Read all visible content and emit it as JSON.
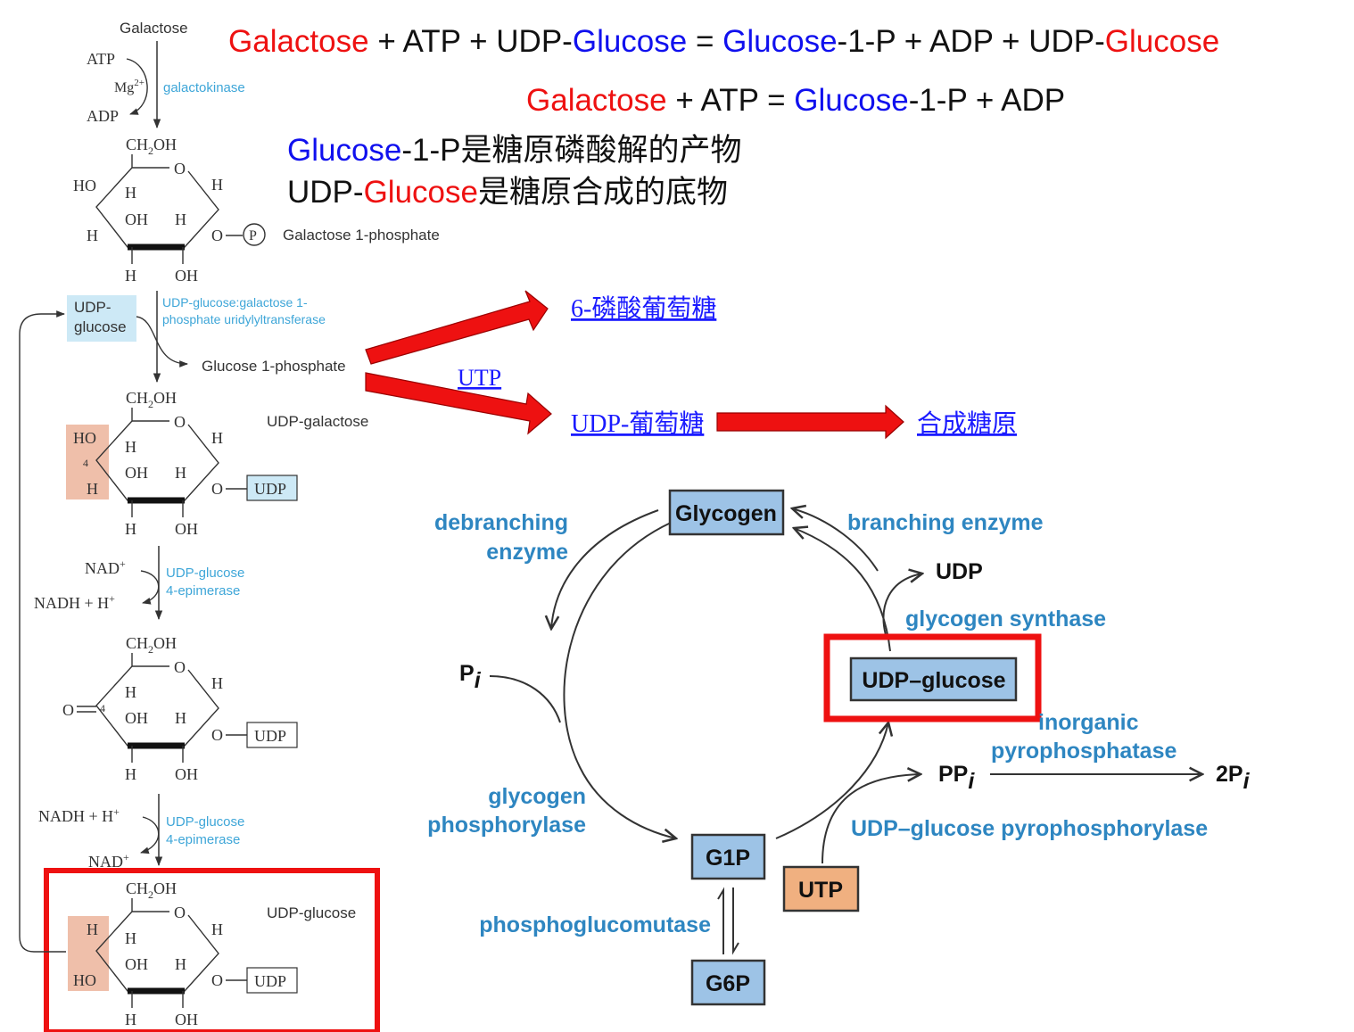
{
  "equations": {
    "eq1": {
      "galactose": "Galactose",
      "p1": " + ATP + UDP-",
      "glucose_a": "Glucose",
      "p2": " = ",
      "glucose_b": "Glucose",
      "p3": "-1-P + ADP + UDP-",
      "glucose_c": "Glucose"
    },
    "eq2": {
      "galactose": "Galactose",
      "p1": " + ATP = ",
      "glucose": "Glucose",
      "p2": "-1-P + ADP"
    },
    "note1": {
      "glucose": "Glucose",
      "rest": "-1-P是糖原磷酸解的产物"
    },
    "note2": {
      "prefix": "UDP-",
      "glucose": "Glucose",
      "rest": "是糖原合成的底物"
    }
  },
  "pathway": {
    "galactose": "Galactose",
    "atp": "ATP",
    "mg": "Mg",
    "mg_sup": "2+",
    "adp": "ADP",
    "galactokinase": "galactokinase",
    "galactose_1_phosphate": "Galactose 1-phosphate",
    "udp_glucose_box_line1": "UDP-",
    "udp_glucose_box_line2": "glucose",
    "transferase_line1": "UDP-glucose:galactose 1-",
    "transferase_line2": "phosphate uridylyltransferase",
    "glucose_1_phosphate": "Glucose 1-phosphate",
    "udp_galactose": "UDP-galactose",
    "nad1": "NAD",
    "nad1_sup": "+",
    "nadh1": "NADH + H",
    "nadh1_sup": "+",
    "epimerase1_line1": "UDP-glucose",
    "epimerase1_line2": "4-epimerase",
    "nadh2": "NADH + H",
    "nadh2_sup": "+",
    "nad2": "NAD",
    "nad2_sup": "+",
    "epimerase2_line1": "UDP-glucose",
    "epimerase2_line2": "4-epimerase",
    "udp_glucose_label": "UDP-glucose"
  },
  "molecule": {
    "ch2oh_a": "CH",
    "ch2oh_sub": "2",
    "ch2oh_b": "OH",
    "o": "O",
    "ho": "HO",
    "h": "H",
    "oh": "OH",
    "udp": "UDP",
    "p": "P",
    "four": "4"
  },
  "fate": {
    "g6p_link": "6-磷酸葡萄糖",
    "utp_link": "UTP",
    "udpg_link": "UDP-葡萄糖",
    "synthesis_link": "合成糖原"
  },
  "cycle": {
    "glycogen": "Glycogen",
    "branching_enzyme": "branching enzyme",
    "debranching_line1": "debranching",
    "debranching_line2": "enzyme",
    "udp": "UDP",
    "glycogen_synthase": "glycogen synthase",
    "pi_main": "P",
    "pi_sub": "i",
    "udp_glucose": "UDP–glucose",
    "inorganic_line1": "inorganic",
    "inorganic_line2": "pyrophosphatase",
    "ppi_main": "PP",
    "ppi_sub": "i",
    "two_pi_main": "2P",
    "two_pi_sub": "i",
    "phosphorylase_line1": "glycogen",
    "phosphorylase_line2": "phosphorylase",
    "pyrophosphorylase": "UDP–glucose pyrophosphorylase",
    "g1p": "G1P",
    "utp": "UTP",
    "phosphoglucomutase": "phosphoglucomutase",
    "g6p": "G6P"
  },
  "colors": {
    "red": "#ee1111",
    "blue": "#1010ee",
    "enzyme_blue": "#2e86c1",
    "box_blue": "#9dc3e6",
    "box_orange": "#f0b080",
    "link_blue": "#1a1aff",
    "light_cyan": "#cde9f6",
    "salmon": "#efbfaa"
  }
}
